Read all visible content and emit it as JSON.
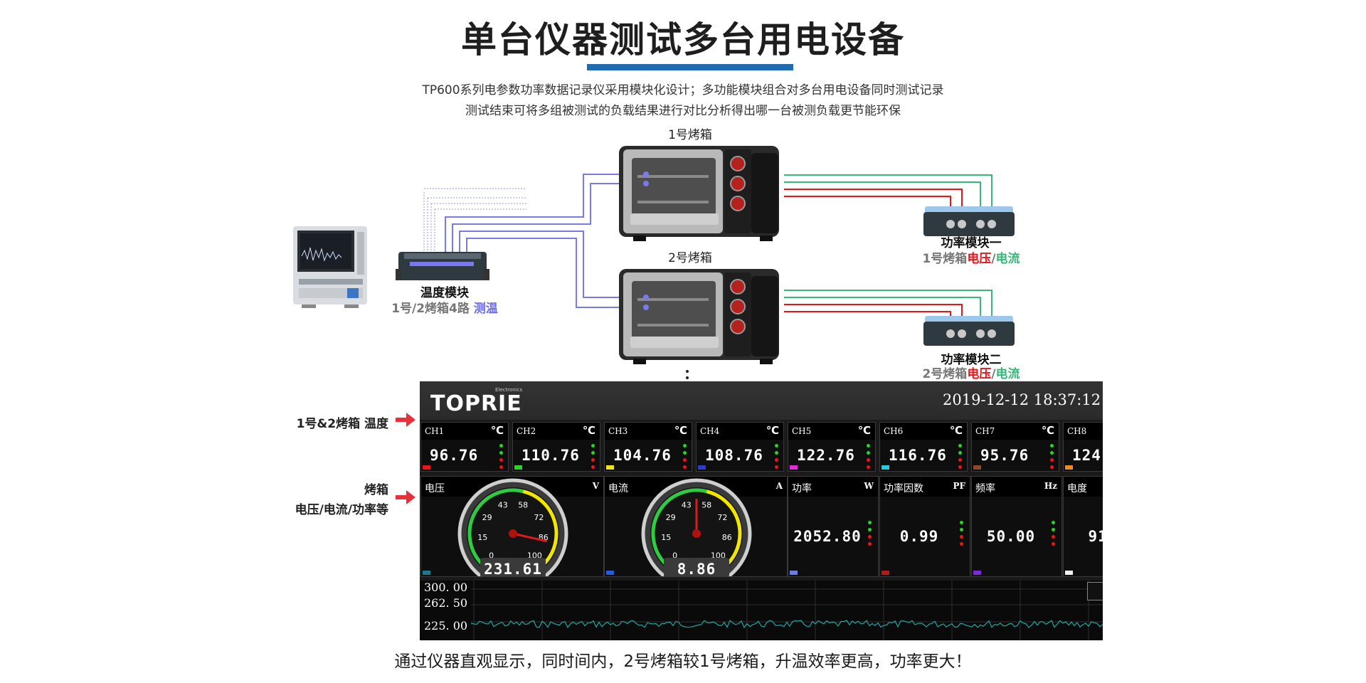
{
  "title": "单台仪器测试多台用电设备",
  "intro": {
    "line1": "TP600系列电参数功率数据记录仪采用模块化设计；多功能模块组合对多台用电设备同时测试记录",
    "line2": "测试结束可将多组被测试的负载结果进行对比分析得出哪一台被测负载更节能环保"
  },
  "diagram": {
    "oven1_label": "1号烤箱",
    "oven2_label": "2号烤箱",
    "temp_module": {
      "name": "温度模块",
      "sub_prefix": "1号/2烤箱4路 ",
      "sub_highlight": "测温"
    },
    "power_module1": {
      "name": "功率模块一",
      "sub_prefix": "1号烤箱",
      "voltage": "电压",
      "slash": "/",
      "current": "电流"
    },
    "power_module2": {
      "name": "功率模块二",
      "sub_prefix": "2号烤箱",
      "voltage": "电压",
      "slash": "/",
      "current": "电流"
    },
    "wire_colors": {
      "temperature": "#7a7aee",
      "voltage": "#e8151b",
      "current": "#37b879"
    }
  },
  "side_labels": {
    "temperature": "1号&2烤箱 温度",
    "oven_line1": "烤箱",
    "oven_line2": "电压/电流/功率等"
  },
  "dashboard": {
    "logo": "TOPRIE",
    "logo_sub": "Electronics",
    "datetime": "2019-12-12  18:37:12",
    "channels": [
      {
        "name": "CH1",
        "unit": "℃",
        "value": "96.76",
        "color": "#e8151b"
      },
      {
        "name": "CH2",
        "unit": "℃",
        "value": "110.76",
        "color": "#29d329"
      },
      {
        "name": "CH3",
        "unit": "℃",
        "value": "104.76",
        "color": "#f0e21d"
      },
      {
        "name": "CH4",
        "unit": "℃",
        "value": "108.76",
        "color": "#2a3bd6"
      },
      {
        "name": "CH5",
        "unit": "℃",
        "value": "122.76",
        "color": "#e42bd9"
      },
      {
        "name": "CH6",
        "unit": "℃",
        "value": "116.76",
        "color": "#22c9e4"
      },
      {
        "name": "CH7",
        "unit": "℃",
        "value": "95.76",
        "color": "#8a4b2b"
      },
      {
        "name": "CH8",
        "unit": "",
        "value": "124",
        "color": "#f08a1e"
      }
    ],
    "gauges": [
      {
        "name": "电压",
        "unit": "V",
        "value": "231.61",
        "ticks": [
          "0",
          "15",
          "29",
          "43",
          "58",
          "72",
          "86",
          "100"
        ],
        "level": 0.88,
        "color": "#1d7a8a"
      },
      {
        "name": "电流",
        "unit": "A",
        "value": "8.86",
        "ticks": [
          "0",
          "15",
          "29",
          "43",
          "58",
          "72",
          "86",
          "100"
        ],
        "level": 0.5,
        "color": "#2a5bd6"
      }
    ],
    "readouts": [
      {
        "name": "功率",
        "unit": "W",
        "value": "2052.80",
        "color": "#6d7de0"
      },
      {
        "name": "功率因数",
        "unit": "PF",
        "value": "0.99",
        "color": "#b01a1a"
      },
      {
        "name": "频率",
        "unit": "Hz",
        "value": "50.00",
        "color": "#7a2ad6"
      },
      {
        "name": "电度",
        "unit": "",
        "value": "91.",
        "color": "#f2f2f2"
      }
    ],
    "trend": {
      "y_labels": [
        "300. 00",
        "262. 50",
        "225. 00"
      ],
      "line_color": "#1fa6a0"
    }
  },
  "bottom_note": "通过仪器直观显示，同时间内，2号烤箱较1号烤箱，升温效率更高，功率更大！"
}
